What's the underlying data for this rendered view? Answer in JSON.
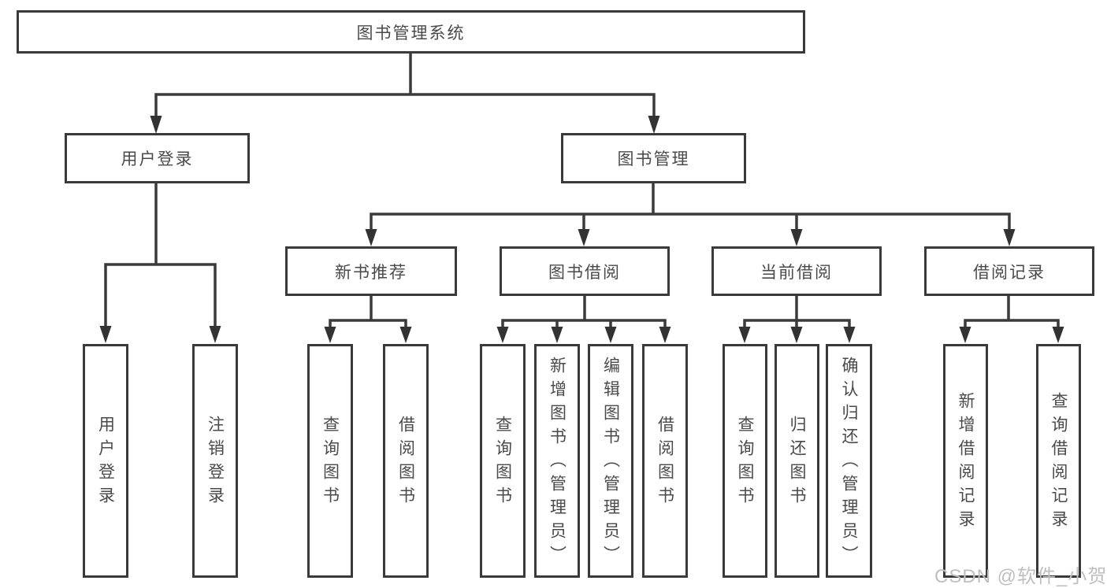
{
  "diagram_type": "functional-structure-tree",
  "colors": {
    "border": "#3a3a3a",
    "line": "#3a3a3a",
    "text": "#4a4a4a",
    "watermark": "#bfbfbf",
    "background": "#ffffff"
  },
  "tree": {
    "label": "图书管理系统",
    "children": [
      {
        "label": "用户登录",
        "children": [
          {
            "label": "用户登录"
          },
          {
            "label": "注销登录"
          }
        ]
      },
      {
        "label": "图书管理",
        "children": [
          {
            "label": "新书推荐",
            "children": [
              {
                "label": "查询图书"
              },
              {
                "label": "借阅图书"
              }
            ]
          },
          {
            "label": "图书借阅",
            "children": [
              {
                "label": "查询图书"
              },
              {
                "label": "新增图书（管理员）"
              },
              {
                "label": "编辑图书（管理员）"
              },
              {
                "label": "借阅图书"
              }
            ]
          },
          {
            "label": "当前借阅",
            "children": [
              {
                "label": "查询图书"
              },
              {
                "label": "归还图书"
              },
              {
                "label": "确认归还（管理员）"
              }
            ]
          },
          {
            "label": "借阅记录",
            "children": [
              {
                "label": "新增借阅记录"
              },
              {
                "label": "查询借阅记录"
              }
            ]
          }
        ]
      }
    ]
  },
  "watermark": {
    "text": "CSDN @软件_小贺同学"
  }
}
